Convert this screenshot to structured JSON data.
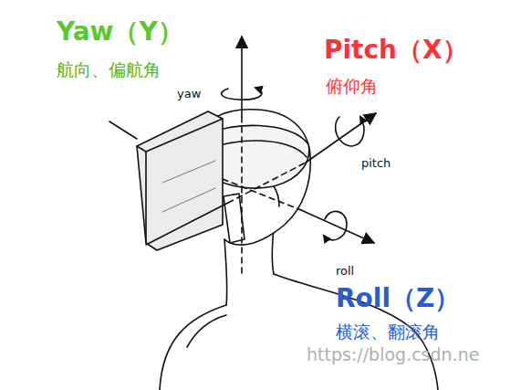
{
  "diagram": {
    "labels": [
      "Yaw（Y）",
      "航向、偏航角",
      "yaw",
      "Pitch（X）",
      "俯仰角",
      "pitch",
      "roll",
      "Roll（Z）",
      "横滚、翻滚角",
      "https://blog.csdn.ne"
    ]
  }
}
